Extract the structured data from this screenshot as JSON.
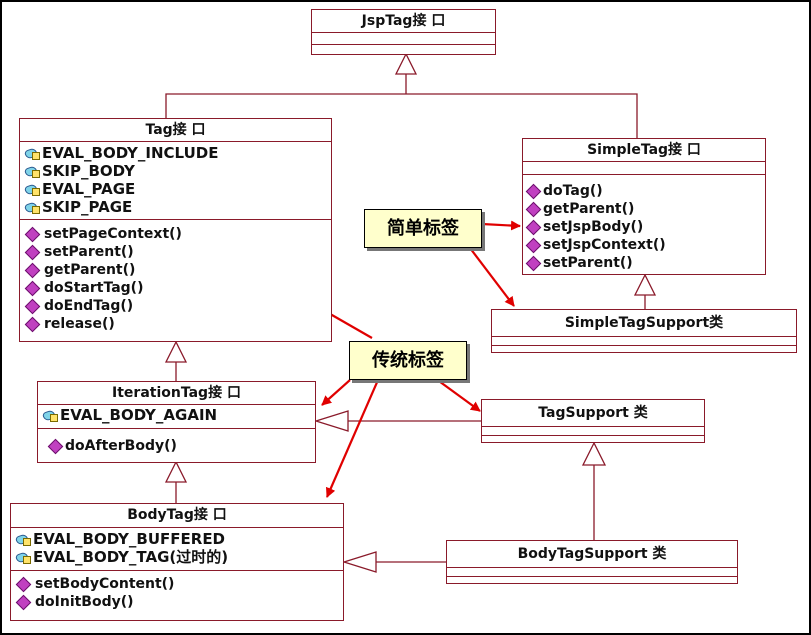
{
  "classes": {
    "jsptag": {
      "title": "JspTag接 口"
    },
    "tag": {
      "title": "Tag接 口",
      "fields": [
        "EVAL_BODY_INCLUDE",
        "SKIP_BODY",
        "EVAL_PAGE",
        "SKIP_PAGE"
      ],
      "methods": [
        "setPageContext()",
        "setParent()",
        "getParent()",
        "doStartTag()",
        "doEndTag()",
        "release()"
      ]
    },
    "simpletag": {
      "title": "SimpleTag接 口",
      "methods": [
        "doTag()",
        "getParent()",
        "setJspBody()",
        "setJspContext()",
        "setParent()"
      ]
    },
    "simpletagsupport": {
      "title": "SimpleTagSupport类"
    },
    "iterationtag": {
      "title": "IterationTag接 口",
      "fields": [
        "EVAL_BODY_AGAIN"
      ],
      "methods": [
        "doAfterBody()"
      ]
    },
    "tagsupport": {
      "title": "TagSupport 类"
    },
    "bodytag": {
      "title": "BodyTag接 口",
      "fields": [
        "EVAL_BODY_BUFFERED",
        "EVAL_BODY_TAG(过时的)"
      ],
      "methods": [
        "setBodyContent()",
        "doInitBody()"
      ]
    },
    "bodytagsupport": {
      "title": "BodyTagSupport 类"
    }
  },
  "notes": {
    "simple": "简单标签",
    "classic": "传统标签"
  },
  "colors": {
    "line": "#8a1a2a",
    "arrow": "#e00000",
    "note_bg": "#ffffcc"
  }
}
